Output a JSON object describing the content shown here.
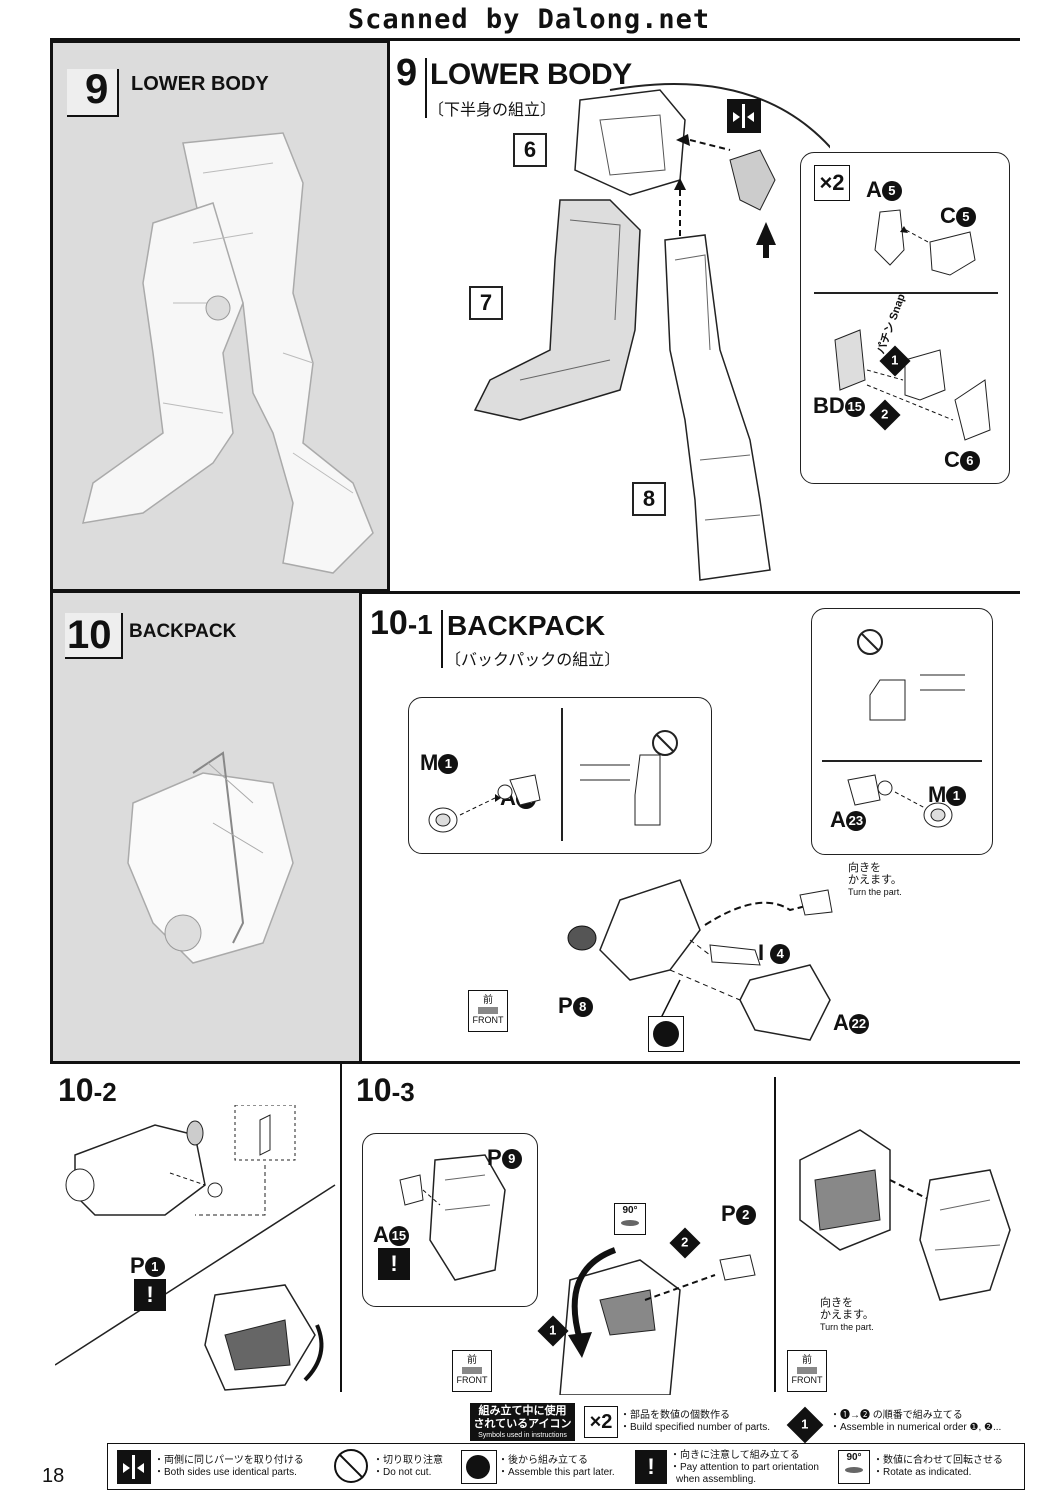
{
  "header": {
    "scanner": "Scanned by Dalong.net"
  },
  "step9": {
    "thumb_num": "9",
    "thumb_title": "LOWER BODY",
    "num": "9",
    "title": "LOWER BODY",
    "subtitle": "〔下半身の組立〕",
    "callouts": [
      "6",
      "7",
      "8"
    ],
    "x2": "×2",
    "parts": {
      "a5": "A",
      "a5n": "5",
      "c5": "C",
      "c5n": "5",
      "bd15": "BD",
      "bd15n": "15",
      "c6": "C",
      "c6n": "6"
    },
    "snap_jp": "パチン",
    "snap_en": "Snap",
    "step1": "1",
    "step2": "2"
  },
  "step10": {
    "thumb_num": "10",
    "thumb_title": "BACKPACK",
    "num": "10",
    "sub": "-1",
    "title": "BACKPACK",
    "subtitle": "〔バックパックの組立〕",
    "parts": {
      "m1a": "M",
      "m1an": "1",
      "a24": "A",
      "a24n": "24",
      "a23": "A",
      "a23n": "23",
      "m1b": "M",
      "m1bn": "1",
      "i4": "I",
      "i4n": "4",
      "p8": "P",
      "p8n": "8",
      "a22": "A",
      "a22n": "22"
    },
    "turn_jp1": "向きを",
    "turn_jp2": "かえます。",
    "turn_en": "Turn the part.",
    "front_jp": "前",
    "front_en": "FRONT"
  },
  "step10_2": {
    "num": "10",
    "sub": "-2",
    "p1": "P",
    "p1n": "1"
  },
  "step10_3": {
    "num": "10",
    "sub": "-3",
    "p9": "P",
    "p9n": "9",
    "a15": "A",
    "a15n": "15",
    "p2": "P",
    "p2n": "2",
    "rotate": "90°",
    "step1": "1",
    "step2": "2",
    "turn_jp1": "向きを",
    "turn_jp2": "かえます。",
    "turn_en": "Turn the part.",
    "front_jp": "前",
    "front_en": "FRONT"
  },
  "legend": {
    "title_jp1": "組み立て中に使用",
    "title_jp2": "されているアイコン",
    "title_en": "Symbols used in instructions",
    "x2_icon": "×2",
    "x2_jp": "・部品を数値の個数作る",
    "x2_en": "・Build specified number of parts.",
    "order_icon": "1",
    "order_jp": "・❶→❷ の順番で組み立てる",
    "order_en": "・Assemble in numerical order ❶, ❷...",
    "both_jp": "・両側に同じパーツを取り付ける",
    "both_en": "・Both sides use identical parts.",
    "nocut_jp": "・切り取り注意",
    "nocut_en": "・Do not cut.",
    "later_jp": "・後から組み立てる",
    "later_en": "・Assemble this part later.",
    "orient_icon": "!",
    "orient_jp": "・向きに注意して組み立てる",
    "orient_en1": "・Pay attention to part orientation",
    "orient_en2": "when assembling.",
    "rotate_icon": "90°",
    "rotate_jp": "・数値に合わせて回転させる",
    "rotate_en": "・Rotate as indicated."
  },
  "page_number": "18"
}
